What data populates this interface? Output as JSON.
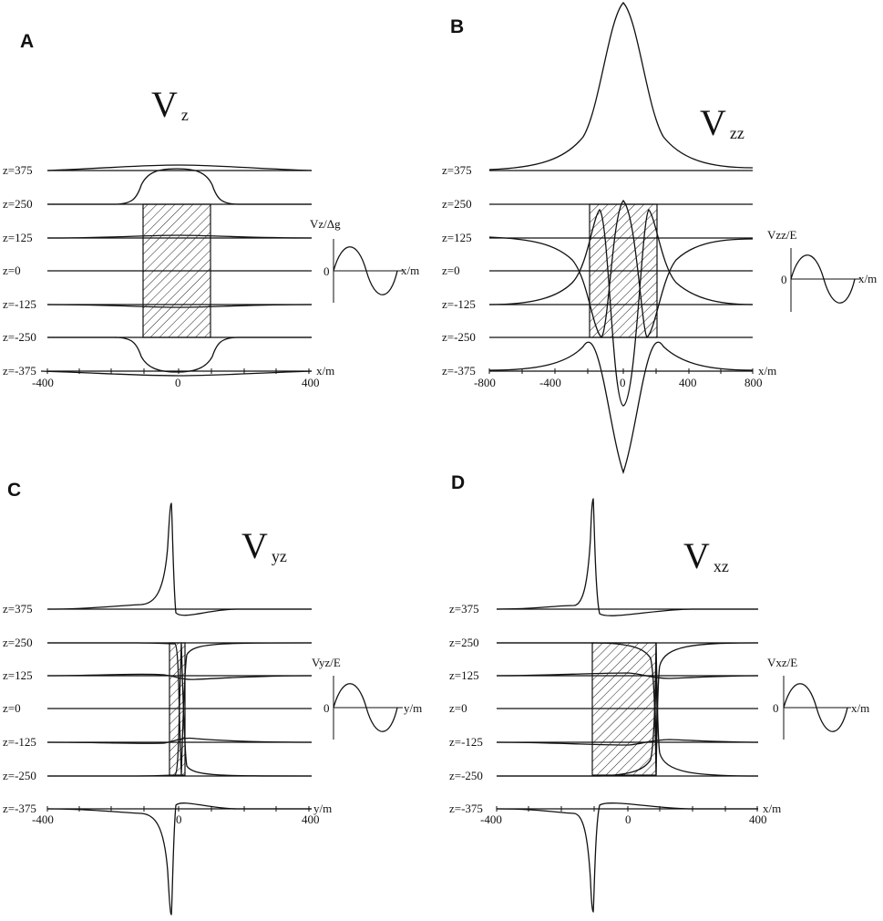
{
  "figure": {
    "panels": [
      {
        "letter": "A",
        "title_main": "V",
        "title_sub": "z",
        "inset_label": "Vz/Δg",
        "inset_zero": "0",
        "inset_axis": "x/m",
        "axis_label": "x/m",
        "ticks": [
          "-400",
          "0",
          "400"
        ]
      },
      {
        "letter": "B",
        "title_main": "V",
        "title_sub": "zz",
        "inset_label": "Vzz/E",
        "inset_zero": "0",
        "inset_axis": "x/m",
        "axis_label": "x/m",
        "ticks": [
          "-800",
          "-400",
          "0",
          "400",
          "800"
        ]
      },
      {
        "letter": "C",
        "title_main": "V",
        "title_sub": "yz",
        "inset_label": "Vyz/E",
        "inset_zero": "0",
        "inset_axis": "y/m",
        "axis_label": "y/m",
        "ticks": [
          "-400",
          "0",
          "400"
        ]
      },
      {
        "letter": "D",
        "title_main": "V",
        "title_sub": "xz",
        "inset_label": "Vxz/E",
        "inset_zero": "0",
        "inset_axis": "x/m",
        "axis_label": "x/m",
        "ticks": [
          "-400",
          "0",
          "400"
        ]
      }
    ]
  },
  "chart_data": [
    {
      "type": "line",
      "panel": "A",
      "title": "Vz",
      "xlabel": "x/m",
      "x_ticks": [
        -400,
        0,
        400
      ],
      "xlim": [
        -400,
        400
      ],
      "levels": [
        "z=375",
        "z=250",
        "z=125",
        "z=0",
        "z=-125",
        "z=-250",
        "z=-375"
      ],
      "level_values": [
        375,
        250,
        125,
        0,
        -125,
        -250,
        -375
      ],
      "body": {
        "x_range": [
          -120,
          100
        ],
        "z_range": [
          -250,
          250
        ]
      },
      "profiles": [
        {
          "z": 375,
          "shape": "broad-bump",
          "peak_x": 0,
          "amplitude": 0.18
        },
        {
          "z": 250,
          "shape": "plateau-up",
          "peak_x": -10,
          "amplitude": 1.0
        },
        {
          "z": 125,
          "shape": "small-bump",
          "peak_x": 0,
          "amplitude": 0.05
        },
        {
          "z": -125,
          "shape": "small-dip",
          "peak_x": 0,
          "amplitude": 0.05
        },
        {
          "z": -250,
          "shape": "plateau-down",
          "peak_x": -10,
          "amplitude": 1.0
        },
        {
          "z": -375,
          "shape": "broad-dip",
          "peak_x": 0,
          "amplitude": 0.18
        }
      ]
    },
    {
      "type": "line",
      "panel": "B",
      "title": "Vzz",
      "xlabel": "x/m",
      "x_ticks": [
        -800,
        -400,
        0,
        400,
        800
      ],
      "xlim": [
        -800,
        800
      ],
      "levels": [
        "z=375",
        "z=250",
        "z=125",
        "z=0",
        "z=-125",
        "z=-250",
        "z=-375"
      ],
      "level_values": [
        375,
        250,
        125,
        0,
        -125,
        -250,
        -375
      ],
      "body": {
        "x_range": [
          -240,
          240
        ],
        "z_range": [
          -250,
          250
        ]
      },
      "profiles": [
        {
          "z": 375,
          "shape": "peak",
          "peak_x": 0,
          "amplitude": 1.0
        },
        {
          "z": 125,
          "shape": "peak-with-flank-dips",
          "peak_x": 0,
          "amplitude": 1.0
        },
        {
          "z": -125,
          "shape": "trough-with-flank-rises",
          "peak_x": 0,
          "amplitude": 1.0
        },
        {
          "z": -375,
          "shape": "trough",
          "peak_x": 0,
          "amplitude": 1.0
        }
      ]
    },
    {
      "type": "line",
      "panel": "C",
      "title": "Vyz",
      "xlabel": "y/m",
      "x_ticks": [
        -400,
        0,
        400
      ],
      "xlim": [
        -400,
        400
      ],
      "levels": [
        "z=375",
        "z=250",
        "z=125",
        "z=0",
        "z=-125",
        "z=-250",
        "z=-375"
      ],
      "level_values": [
        375,
        250,
        125,
        0,
        -125,
        -250,
        -375
      ],
      "body": {
        "x_range": [
          -30,
          20
        ],
        "z_range": [
          -250,
          250
        ]
      },
      "profiles": [
        {
          "z": 375,
          "shape": "sharp-spike-up",
          "peak_x": -25,
          "amplitude": 1.0
        },
        {
          "z": 250,
          "shape": "sharp-spike-up-left",
          "peak_x": 0,
          "amplitude": 1.0
        },
        {
          "z": 125,
          "shape": "small-antisymmetric",
          "peak_x": 0,
          "amplitude": 0.05
        },
        {
          "z": -125,
          "shape": "small-antisymmetric",
          "peak_x": 0,
          "amplitude": 0.05
        },
        {
          "z": -250,
          "shape": "sharp-spike-down-left",
          "peak_x": 0,
          "amplitude": 1.0
        },
        {
          "z": -375,
          "shape": "sharp-spike-down",
          "peak_x": -25,
          "amplitude": 1.0
        }
      ]
    },
    {
      "type": "line",
      "panel": "D",
      "title": "Vxz",
      "xlabel": "x/m",
      "x_ticks": [
        -400,
        0,
        400
      ],
      "xlim": [
        -400,
        400
      ],
      "levels": [
        "z=375",
        "z=250",
        "z=125",
        "z=0",
        "z=-125",
        "z=-250",
        "z=-375"
      ],
      "level_values": [
        375,
        250,
        125,
        0,
        -125,
        -250,
        -375
      ],
      "body": {
        "x_range": [
          -120,
          90
        ],
        "z_range": [
          -250,
          250
        ]
      },
      "profiles": [
        {
          "z": 375,
          "shape": "sharp-spike-up",
          "peak_x": -125,
          "amplitude": 1.0
        },
        {
          "z": 250,
          "shape": "sharp-spike-up-left",
          "peak_x": 90,
          "amplitude": 1.0
        },
        {
          "z": 125,
          "shape": "small-antisymmetric",
          "peak_x": 90,
          "amplitude": 0.05
        },
        {
          "z": -125,
          "shape": "small-antisymmetric",
          "peak_x": 90,
          "amplitude": 0.05
        },
        {
          "z": -250,
          "shape": "sharp-spike-down-left",
          "peak_x": 90,
          "amplitude": 1.0
        },
        {
          "z": -375,
          "shape": "sharp-spike-down",
          "peak_x": -125,
          "amplitude": 1.0
        }
      ]
    }
  ]
}
